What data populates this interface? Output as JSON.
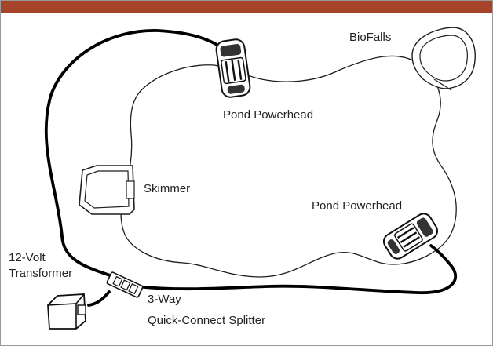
{
  "colors": {
    "top_bar": "#a6442a",
    "line": "#1e1e1e",
    "cord": "#000000",
    "background": "#ffffff"
  },
  "labels": {
    "biofalls": "BioFalls",
    "powerhead_top": "Pond Powerhead",
    "skimmer": "Skimmer",
    "powerhead_right": "Pond Powerhead",
    "transformer_line1": "12-Volt",
    "transformer_line2": "Transformer",
    "splitter_line1": "3-Way",
    "splitter_line2": "Quick-Connect Splitter"
  },
  "icons": {
    "biofalls": "biofalls-filter-icon",
    "powerhead_top": "pond-powerhead-icon",
    "powerhead_right": "pond-powerhead-icon",
    "skimmer": "skimmer-box-icon",
    "transformer": "transformer-icon",
    "splitter": "splitter-icon"
  }
}
